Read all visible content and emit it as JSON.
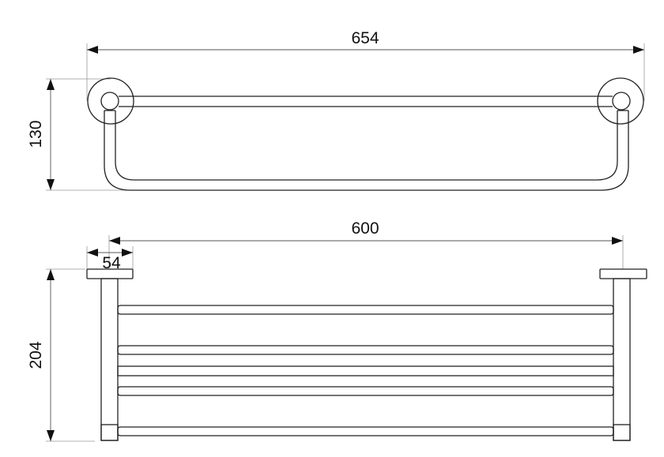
{
  "top_view": {
    "width_label": "654",
    "height_label": "130"
  },
  "front_view": {
    "span_label": "600",
    "flange_label": "54",
    "height_label": "204"
  }
}
